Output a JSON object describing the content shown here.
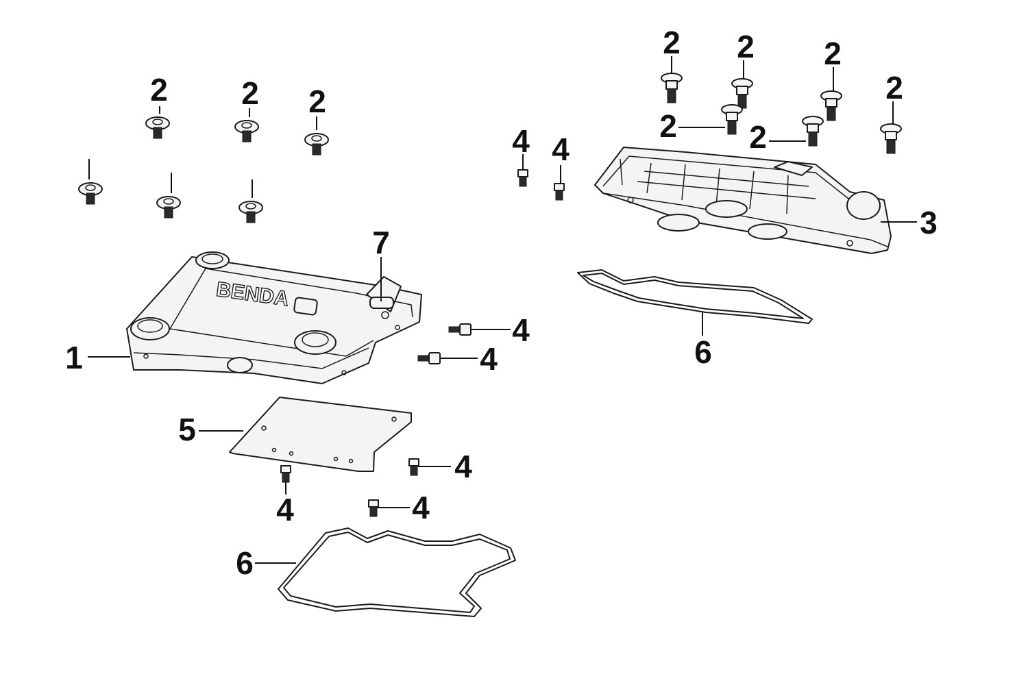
{
  "diagram": {
    "cover_brand": "BENDA",
    "callouts": {
      "c1": "1",
      "c2a": "2",
      "c2b": "2",
      "c2c": "2",
      "c2d": "2",
      "c2e": "2",
      "c2f": "2",
      "c2g": "2",
      "c2h": "2",
      "c2i": "2",
      "c3": "3",
      "c4a": "4",
      "c4b": "4",
      "c4c": "4",
      "c4d": "4",
      "c4e": "4",
      "c4f": "4",
      "c4g": "4",
      "c5": "5",
      "c6a": "6",
      "c6b": "6",
      "c7": "7"
    }
  }
}
